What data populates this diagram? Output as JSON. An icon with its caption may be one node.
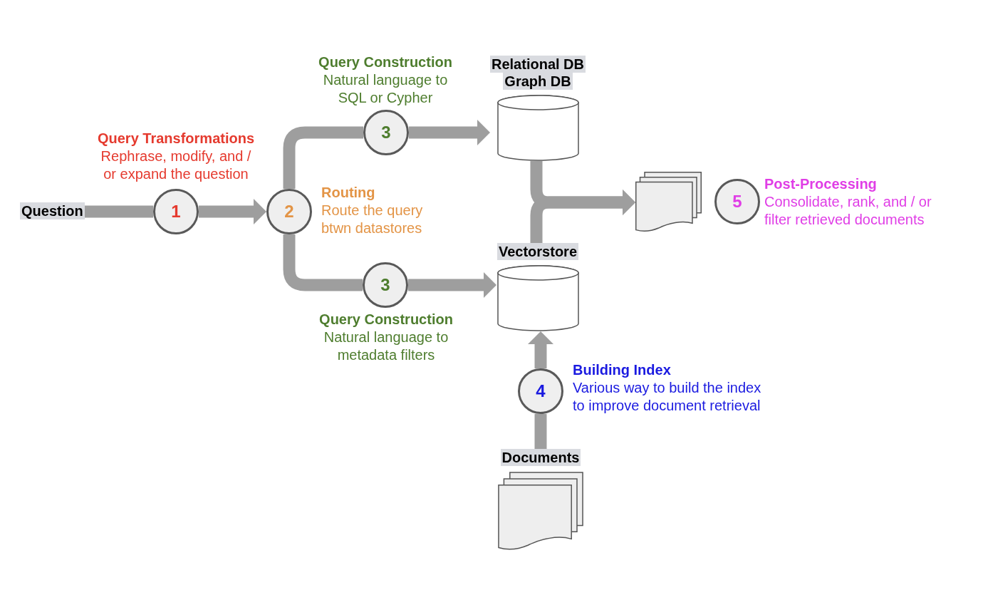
{
  "diagram": {
    "nodes": [
      {
        "text": [
          "Question"
        ]
      },
      {
        "text": [
          "1"
        ],
        "beside": [
          "Query Transformations",
          "Rephrase, modify, and / or expand the question"
        ]
      },
      {
        "text": [
          "2"
        ],
        "beside": [
          "Routing",
          "Route the query btwn datastores"
        ]
      },
      {
        "text": [
          "3"
        ],
        "beside": [
          "Query Construction",
          "Natural language to SQL or Cypher"
        ]
      },
      {
        "text": [
          "Relational DB",
          "Graph DB"
        ]
      },
      {
        "text": [
          "3"
        ],
        "beside": [
          "Query Construction",
          "Natural language to metadata filters"
        ]
      },
      {
        "text": [
          "Vectorstore"
        ]
      },
      {
        "text": [],
        "shape": "document"
      },
      {
        "text": [
          "5"
        ],
        "beside": [
          "Post-Processing",
          "Consolidate, rank, and / or filter retrieved documents"
        ]
      },
      {
        "text": [
          "4"
        ],
        "beside": [
          "Building Index",
          "Various way to build the index to improve document retrieval"
        ]
      },
      {
        "text": [
          "Documents"
        ]
      }
    ],
    "edges": [
      {
        "from": 0,
        "to": 1,
        "arrow": "none"
      },
      {
        "from": 1,
        "to": 2,
        "arrow": "to"
      },
      {
        "from": 2,
        "to": 3,
        "arrow": "none"
      },
      {
        "from": 3,
        "to": 4,
        "arrow": "to"
      },
      {
        "from": 2,
        "to": 5,
        "arrow": "none"
      },
      {
        "from": 5,
        "to": 6,
        "arrow": "to"
      },
      {
        "from": 4,
        "to": 7,
        "arrow": "to"
      },
      {
        "from": 6,
        "to": 7,
        "arrow": "to"
      },
      {
        "from": 10,
        "to": 9,
        "arrow": "none"
      },
      {
        "from": 9,
        "to": 6,
        "arrow": "to"
      }
    ]
  }
}
